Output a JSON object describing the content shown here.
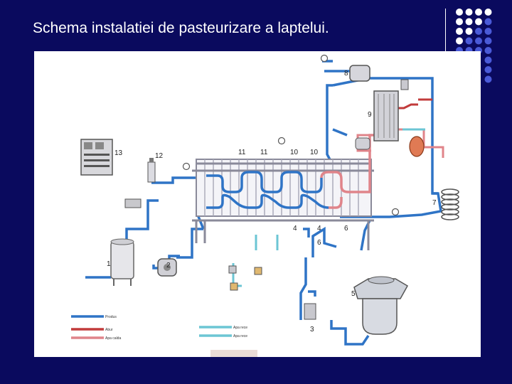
{
  "slide": {
    "title": "Schema instalatiei de pasteurizare a laptelui."
  },
  "colors": {
    "background": "#0a0a5e",
    "dot_white": "#ffffff",
    "dot_blue": "#4a5ad8",
    "product": "#2f74c6",
    "steam": "#c23b3b",
    "hot_water": "#e0848a",
    "cold_water": "#6cc6d4"
  },
  "diagram": {
    "numbers": {
      "n1": "1",
      "n2": "2",
      "n3": "3",
      "n4a": "4",
      "n4b": "4",
      "n5": "5",
      "n6a": "6",
      "n6b": "6",
      "n7": "7",
      "n8": "8",
      "n9": "9",
      "n10a": "10",
      "n10b": "10",
      "n11a": "11",
      "n11b": "11",
      "n12": "12",
      "n13": "13"
    },
    "legend": {
      "produs": "Produs",
      "abur": "Abur",
      "apa_calda": "Apa calda",
      "apa_rece1": "Apa rece",
      "apa_rece2": "Apa rece"
    }
  }
}
